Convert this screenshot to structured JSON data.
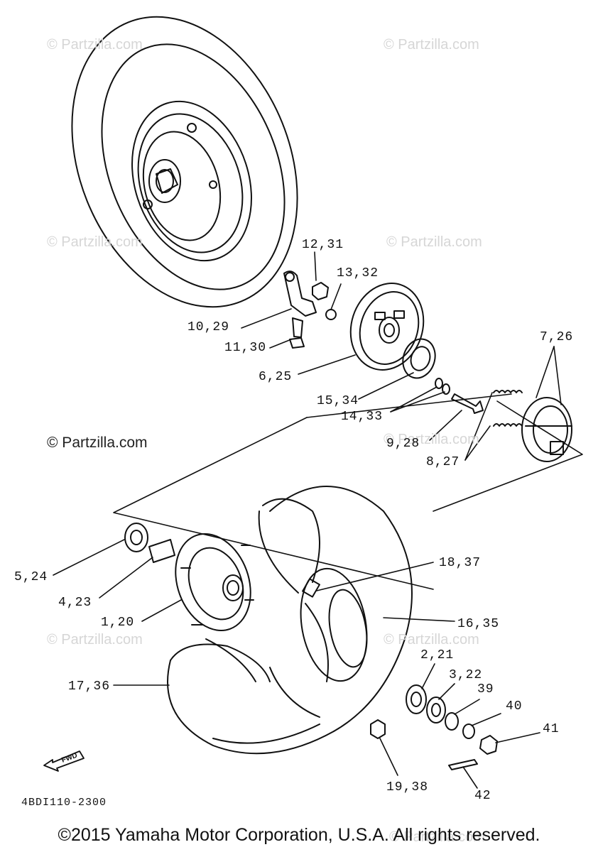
{
  "watermarks": [
    "© Partzilla.com",
    "© Partzilla.com",
    "© Partzilla.com",
    "© Partzilla.com",
    "© Partzilla.com",
    "© Partzilla.com",
    "© Partzilla.com",
    "© Partzilla.com"
  ],
  "watermark_main": "© Partzilla.com",
  "callouts": [
    "12,31",
    "13,32",
    "10,29",
    "11,30",
    "6,25",
    "7,26",
    "15,34",
    "14,33",
    "9,28",
    "8,27",
    "18,37",
    "5,24",
    "4,23",
    "1,20",
    "16,35",
    "17,36",
    "2,21",
    "3,22",
    "39",
    "40",
    "41",
    "19,38",
    "42"
  ],
  "fwd_label": "FWD",
  "diagram_code": "4BDI110-2300",
  "copyright": "©2015 Yamaha Motor Corporation, U.S.A. All rights reserved."
}
